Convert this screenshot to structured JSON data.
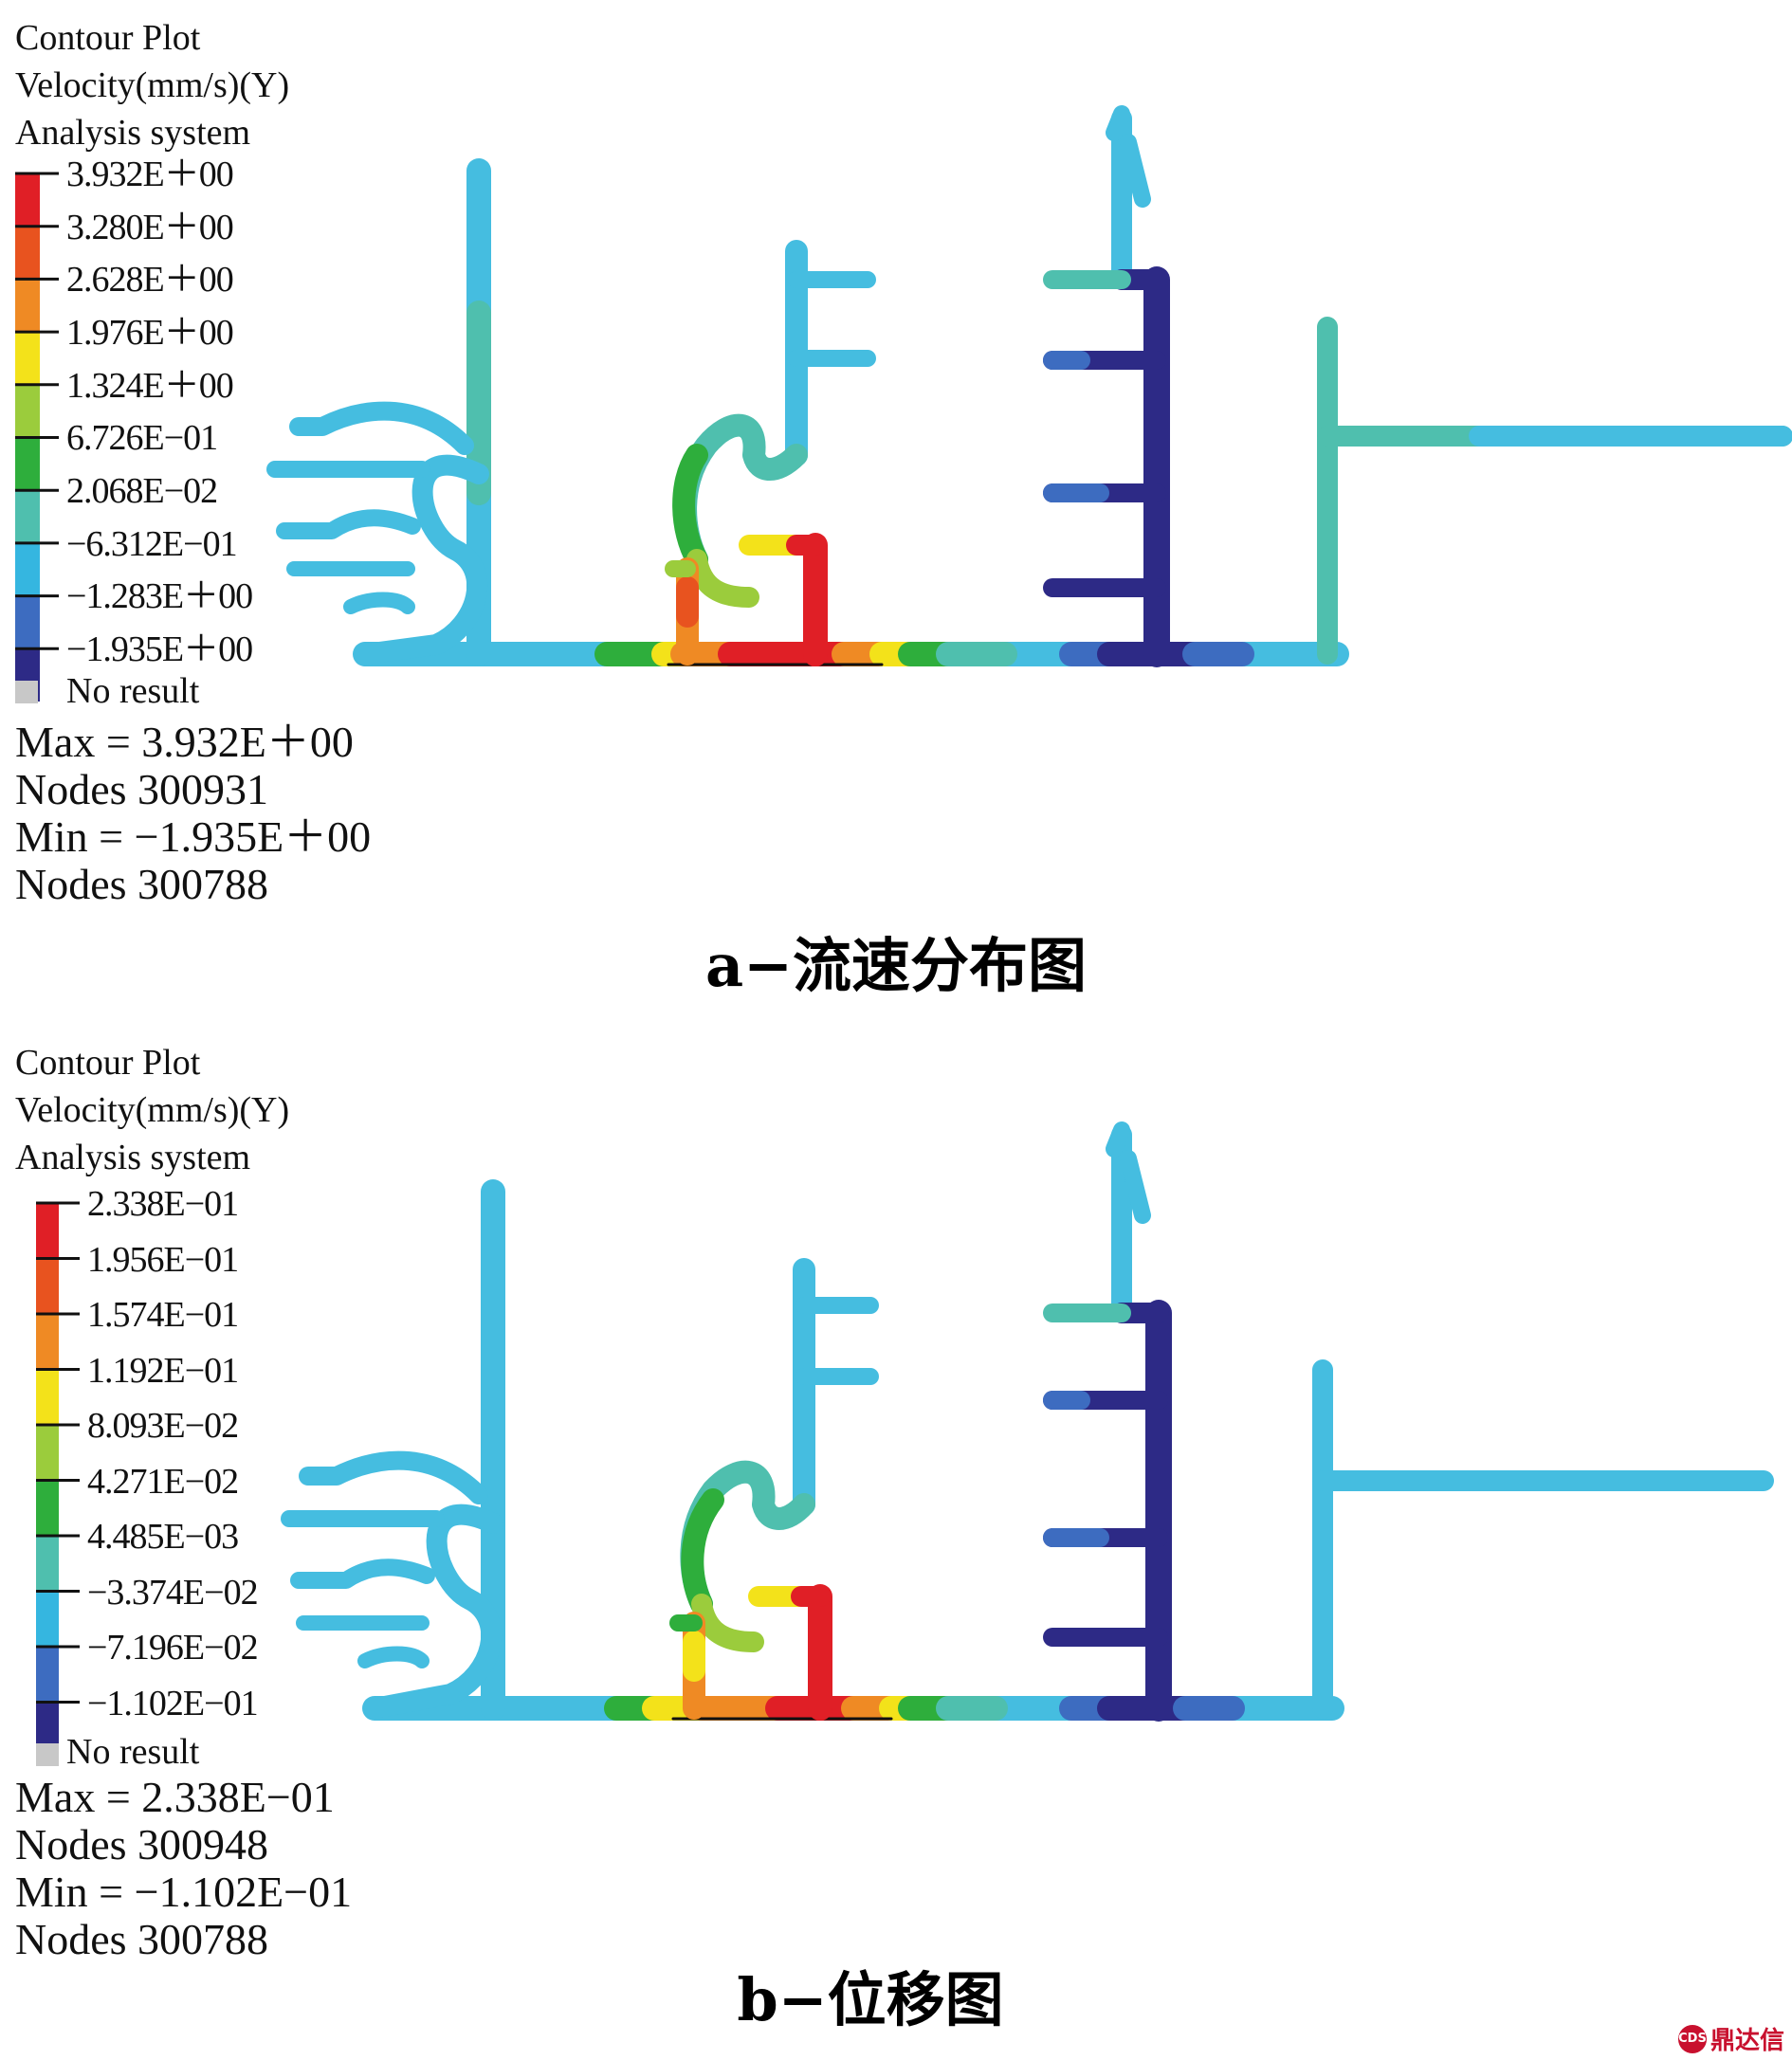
{
  "colors": {
    "scale": [
      "#2d2a86",
      "#3d6cc0",
      "#35b6e0",
      "#4fbfae",
      "#2eae3c",
      "#9bcc3c",
      "#f3e21a",
      "#ef8a24",
      "#e8531f",
      "#e01f26"
    ],
    "no_result": "#c8c8c8",
    "base": "#45bde0"
  },
  "panel_a": {
    "header": [
      "Contour Plot",
      "Velocity(mm/s)(Y)",
      "Analysis system"
    ],
    "ticks": [
      "3.932E＋00",
      "3.280E＋00",
      "2.628E＋00",
      "1.976E＋00",
      "1.324E＋00",
      "6.726E−01",
      "2.068E−02",
      "−6.312E−01",
      "−1.283E＋00",
      "−1.935E＋00"
    ],
    "no_result": "No result",
    "max": "Max = 3.932E＋00",
    "max_nodes": "Nodes 300931",
    "min": "Min = −1.935E＋00",
    "min_nodes": "Nodes 300788",
    "caption": "a−流速分布图"
  },
  "panel_b": {
    "header": [
      "Contour Plot",
      "Velocity(mm/s)(Y)",
      "Analysis system"
    ],
    "ticks": [
      "2.338E−01",
      "1.956E−01",
      "1.574E−01",
      "1.192E−01",
      "8.093E−02",
      "4.271E−02",
      "4.485E−03",
      "−3.374E−02",
      "−7.196E−02",
      "−1.102E−01"
    ],
    "no_result": "No result",
    "max": "Max = 2.338E−01",
    "max_nodes": "Nodes 300948",
    "min": "Min = −1.102E−01",
    "min_nodes": "Nodes 300788",
    "caption": "b−位移图"
  },
  "watermark": {
    "mark": "CDS",
    "text": "鼎达信"
  }
}
